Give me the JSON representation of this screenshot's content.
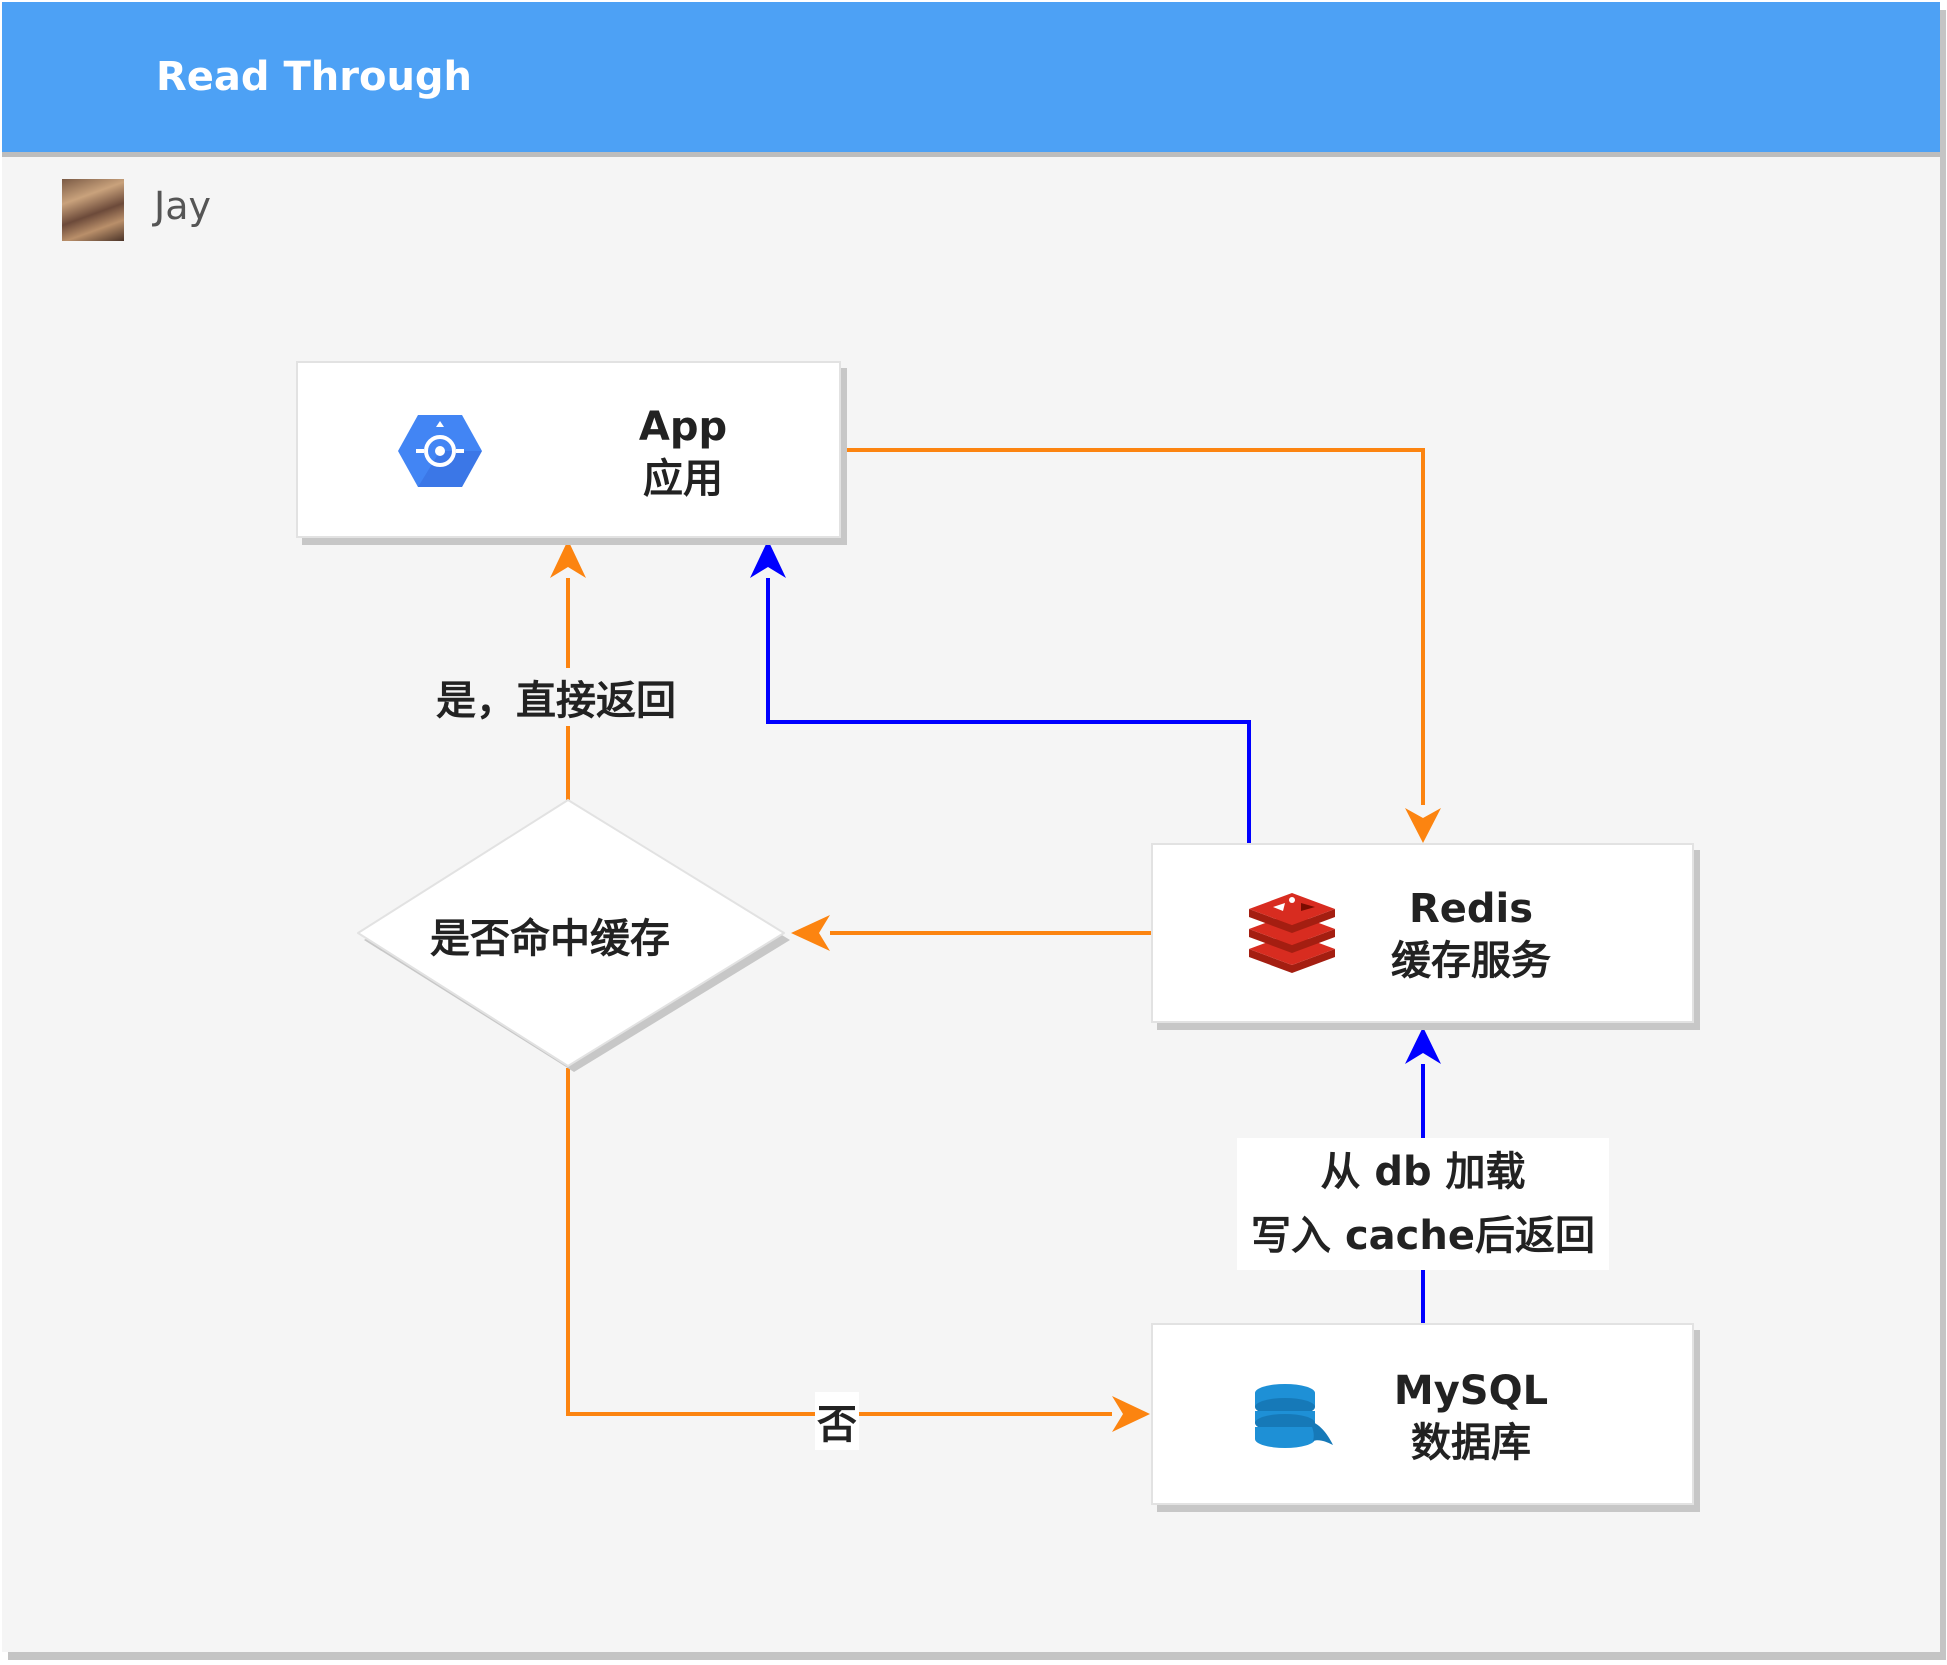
{
  "header": {
    "title": "Read Through"
  },
  "author": {
    "name": "Jay"
  },
  "nodes": {
    "app": {
      "line1": "App",
      "line2": "应用",
      "icon": "google-app-engine-icon"
    },
    "redis": {
      "line1": "Redis",
      "line2": "缓存服务",
      "icon": "redis-icon"
    },
    "mysql": {
      "line1": "MySQL",
      "line2": "数据库",
      "icon": "database-icon"
    },
    "decision": {
      "label": "是否命中缓存"
    }
  },
  "edges": {
    "hit_label": "是，直接返回",
    "miss_label": "否",
    "load_line1": "从 db 加载",
    "load_line2": "写入 cache后返回"
  },
  "colors": {
    "header": "#4da1f5",
    "orange_flow": "#fc8410",
    "blue_flow": "#0000ff",
    "redis_red": "#d82c20",
    "gcp_blue": "#4285f4",
    "db_blue": "#1e90d6"
  }
}
